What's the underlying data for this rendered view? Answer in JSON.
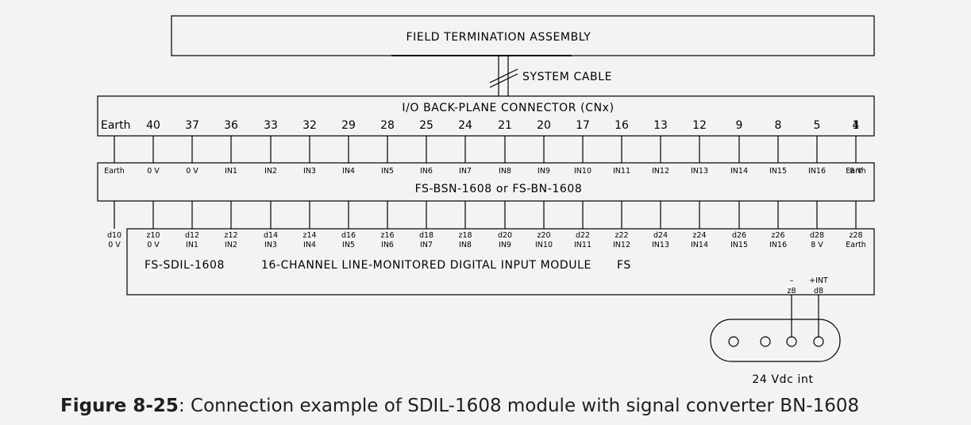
{
  "fta_label": "FIELD TERMINATION ASSEMBLY",
  "system_cable_label": "SYSTEM CABLE",
  "connector_title": "I/O BACK-PLANE CONNECTOR (CNx)",
  "connector_pins": [
    "Earth",
    "40",
    "37",
    "36",
    "33",
    "32",
    "29",
    "28",
    "25",
    "24",
    "21",
    "20",
    "17",
    "16",
    "13",
    "12",
    "9",
    "8",
    "5",
    "4",
    "1"
  ],
  "bsn_pins": [
    "Earth",
    "0 V",
    "0 V",
    "IN1",
    "IN2",
    "IN3",
    "IN4",
    "IN5",
    "IN6",
    "IN7",
    "IN8",
    "IN9",
    "IN10",
    "IN11",
    "IN12",
    "IN13",
    "IN14",
    "IN15",
    "IN16",
    "8 V",
    "Earth"
  ],
  "bsn_title": "FS-BSN-1608  or  FS-BN-1608",
  "sdil_pins": [
    "d10",
    "z10",
    "d12",
    "z12",
    "d14",
    "z14",
    "d16",
    "z16",
    "d18",
    "z18",
    "d20",
    "z20",
    "d22",
    "z22",
    "d24",
    "z24",
    "d26",
    "z26",
    "d28",
    "z28"
  ],
  "sdil_signals": [
    "0 V",
    "0 V",
    "IN1",
    "IN2",
    "IN3",
    "IN4",
    "IN5",
    "IN6",
    "IN7",
    "IN8",
    "IN9",
    "IN10",
    "IN11",
    "IN12",
    "IN13",
    "IN14",
    "IN15",
    "IN16",
    "8 V",
    "Earth"
  ],
  "sdil_name": "FS-SDIL-1608",
  "sdil_description": "16-CHANNEL LINE-MONITORED DIGITAL INPUT MODULE",
  "sdil_fs": "FS",
  "power_minus_sign": "–",
  "power_minus_pin": "z8",
  "power_plus_sign": "+INT",
  "power_plus_pin": "d8",
  "supply_label": "24 Vdc  int",
  "caption": {
    "label": "Figure 8-25",
    "text": ": Connection example of SDIL-1608 module with signal converter BN-1608"
  }
}
